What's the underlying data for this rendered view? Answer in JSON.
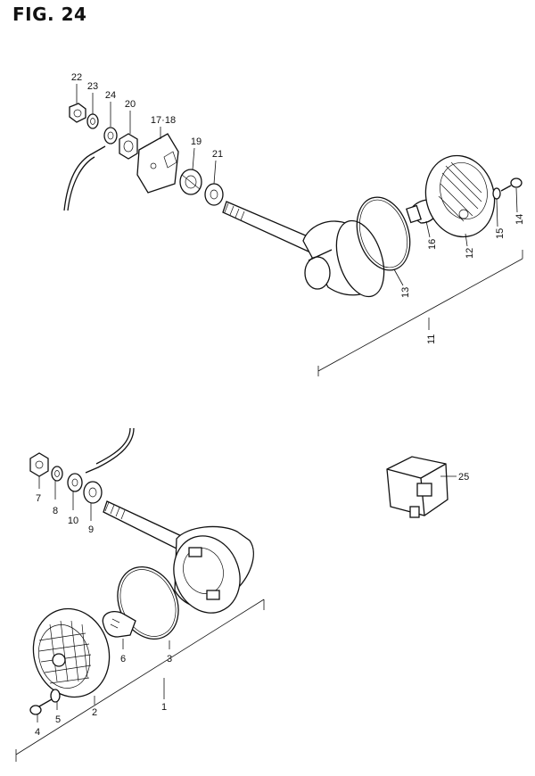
{
  "figure": {
    "title": "FIG. 24"
  },
  "callouts": {
    "p22": "22",
    "p23": "23",
    "p24": "24",
    "p20": "20",
    "p17_18": "17·18",
    "p19": "19",
    "p21": "21",
    "p16": "16",
    "p12": "12",
    "p15": "15",
    "p14": "14",
    "p13": "13",
    "p11": "11",
    "p7": "7",
    "p8": "8",
    "p10": "10",
    "p9": "9",
    "p6": "6",
    "p3": "3",
    "p2": "2",
    "p1": "1",
    "p4": "4",
    "p5": "5",
    "p25": "25"
  }
}
